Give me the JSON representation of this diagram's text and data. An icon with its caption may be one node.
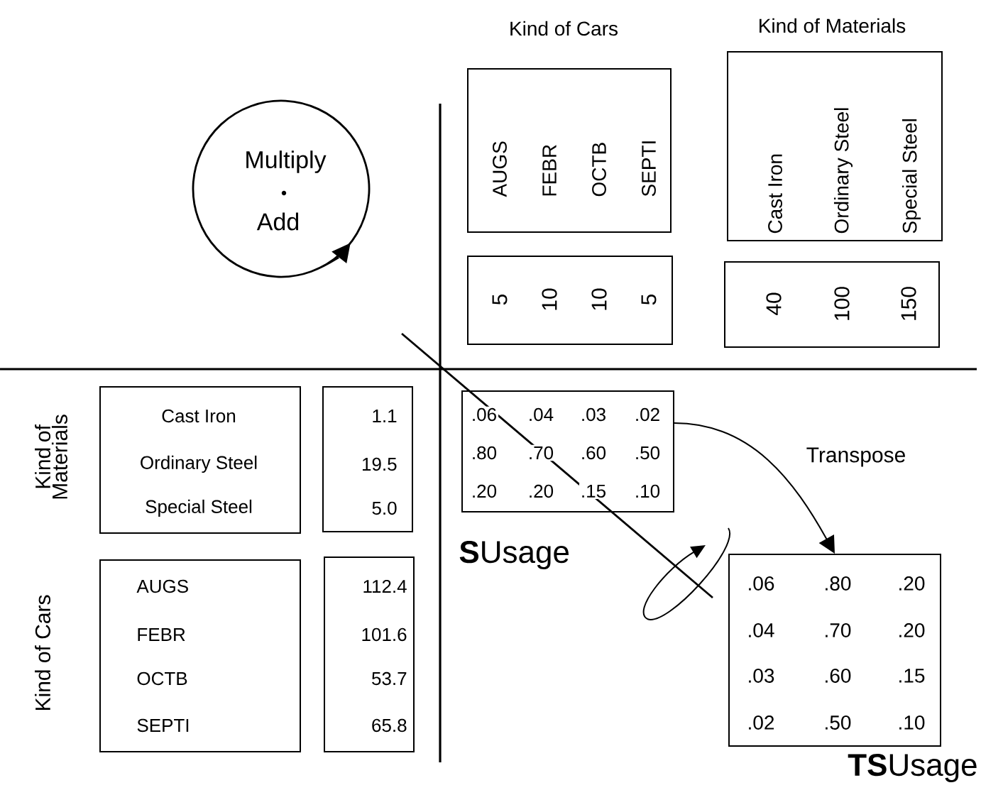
{
  "diagram": {
    "nodes": [
      {
        "text": [
          "Kind of Cars",
          "AUGS",
          "FEBR",
          "OCTB",
          "SEPTI"
        ]
      },
      {
        "text": [
          "5",
          "10",
          "10",
          "5"
        ]
      },
      {
        "text": [
          "Kind of Materials",
          "Cast Iron",
          "Ordinary Steel",
          "Special Steel"
        ]
      },
      {
        "text": [
          "40",
          "100",
          "150"
        ]
      },
      {
        "text": [
          "Kind of Materials",
          "Cast Iron",
          "Ordinary Steel",
          "Special Steel"
        ]
      },
      {
        "text": [
          "1.1",
          "19.5",
          "5.0"
        ]
      },
      {
        "text": [
          "Kind of Cars",
          "AUGS",
          "FEBR",
          "OCTB",
          "SEPTI"
        ]
      },
      {
        "text": [
          "112.4",
          "101.6",
          "53.7",
          "65.8"
        ]
      },
      {
        "text": [
          ".06",
          ".04",
          ".03",
          ".02",
          ".80",
          ".70",
          ".60",
          ".50",
          ".20",
          ".20",
          ".15",
          ".10",
          "**S**Usage"
        ]
      },
      {
        "text": [
          ".06",
          ".80",
          ".20",
          ".04",
          ".70",
          ".20",
          ".03",
          ".60",
          ".15",
          ".02",
          ".50",
          ".10",
          "**TS**Usage"
        ]
      }
    ],
    "edges": [
      {
        "from": 8,
        "to": 9,
        "arrow": "to",
        "label": "Transpose"
      }
    ],
    "labels": [
      "Multiply",
      "Add"
    ]
  }
}
